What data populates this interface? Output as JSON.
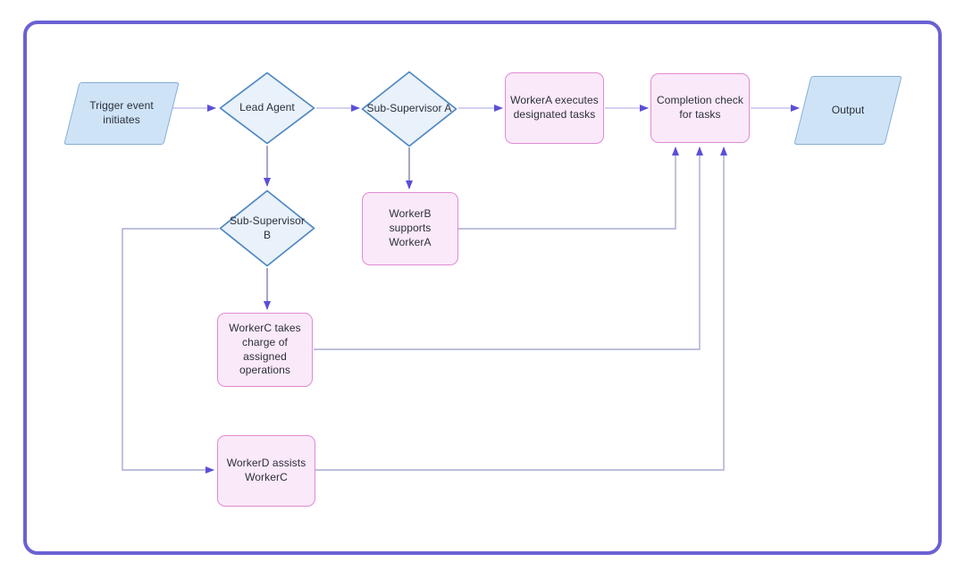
{
  "diagram": {
    "type": "flowchart",
    "nodes": {
      "trigger": {
        "label": "Trigger event initiates",
        "shape": "parallelogram"
      },
      "lead_agent": {
        "label": "Lead Agent",
        "shape": "diamond"
      },
      "sub_supervisor_a": {
        "label": "Sub-Supervisor A",
        "shape": "diamond"
      },
      "worker_a": {
        "label": "WorkerA executes designated tasks",
        "shape": "rounded-rect"
      },
      "completion": {
        "label": "Completion check for tasks",
        "shape": "rounded-rect"
      },
      "output": {
        "label": "Output",
        "shape": "parallelogram"
      },
      "sub_supervisor_b": {
        "label": "Sub-Supervisor B",
        "shape": "diamond"
      },
      "worker_b": {
        "label": "WorkerB supports WorkerA",
        "shape": "rounded-rect"
      },
      "worker_c": {
        "label": "WorkerC takes charge of assigned operations",
        "shape": "rounded-rect"
      },
      "worker_d": {
        "label": "WorkerD assists WorkerC",
        "shape": "rounded-rect"
      }
    },
    "edges": [
      {
        "from": "trigger",
        "to": "lead_agent"
      },
      {
        "from": "lead_agent",
        "to": "sub_supervisor_a"
      },
      {
        "from": "sub_supervisor_a",
        "to": "worker_a"
      },
      {
        "from": "worker_a",
        "to": "completion"
      },
      {
        "from": "completion",
        "to": "output"
      },
      {
        "from": "lead_agent",
        "to": "sub_supervisor_b"
      },
      {
        "from": "sub_supervisor_a",
        "to": "worker_b"
      },
      {
        "from": "sub_supervisor_b",
        "to": "worker_c"
      },
      {
        "from": "sub_supervisor_b",
        "to": "worker_d"
      },
      {
        "from": "worker_b",
        "to": "completion"
      },
      {
        "from": "worker_c",
        "to": "completion"
      },
      {
        "from": "worker_d",
        "to": "completion"
      }
    ],
    "colors": {
      "frame_border": "#6b61d2",
      "parallelogram_fill": "#cfe3f7",
      "parallelogram_border": "#85aed4",
      "diamond_fill": "#e9f1fa",
      "diamond_border": "#4f87c2",
      "process_fill": "#fae9f8",
      "process_border": "#e18ad4",
      "connector_line": "#a9abd0",
      "arrowhead": "#5b4fd6",
      "text": "#2b2f3a",
      "background": "#ffffff"
    }
  }
}
